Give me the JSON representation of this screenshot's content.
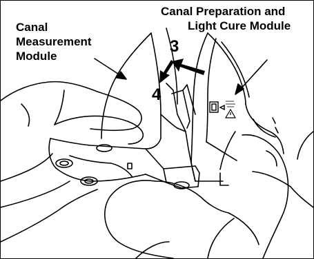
{
  "labels": {
    "canal_measurement": [
      "Canal",
      "Measurement",
      "Module"
    ],
    "canal_preparation": [
      "Canal Preparation and",
      "Light Cure Module"
    ]
  },
  "step_numbers": {
    "step_3": "3",
    "step_4": "4"
  },
  "colors": {
    "line": "#000000",
    "background": "#ffffff",
    "border": "#000000"
  },
  "icons": {
    "module_icon": "module-connector-symbol",
    "warning": "warning-triangle-icon"
  }
}
